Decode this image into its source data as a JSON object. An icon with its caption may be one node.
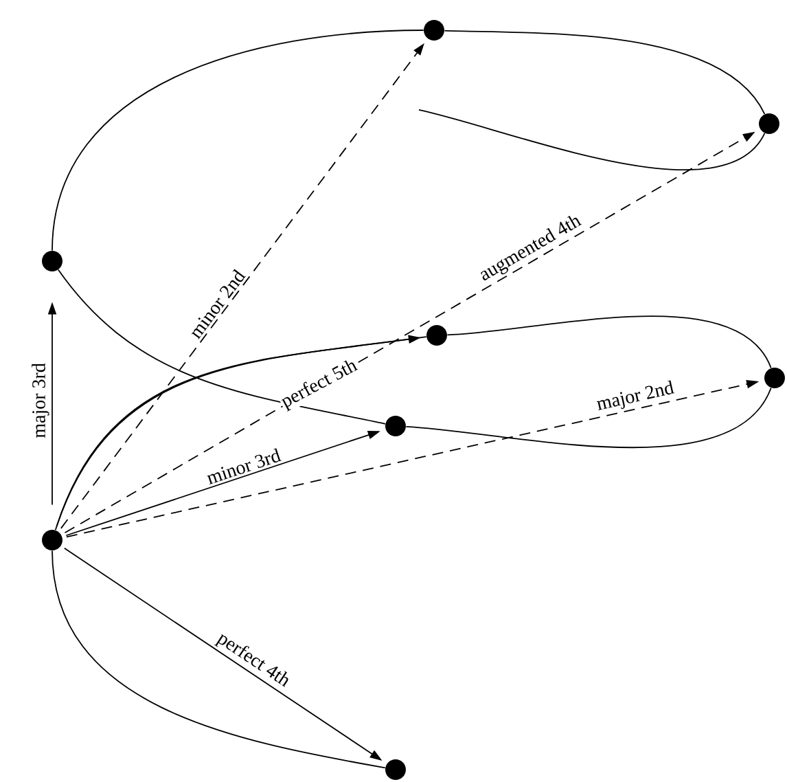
{
  "diagram": {
    "nodes": [
      {
        "text": [],
        "shape": "circle"
      },
      {
        "text": [],
        "shape": "circle"
      },
      {
        "text": [],
        "shape": "circle"
      },
      {
        "text": [],
        "shape": "circle"
      },
      {
        "text": [],
        "shape": "circle"
      },
      {
        "text": [],
        "shape": "circle"
      },
      {
        "text": [],
        "shape": "circle"
      },
      {
        "text": [],
        "shape": "circle"
      }
    ],
    "edges": [
      {
        "from": 7,
        "to": 6,
        "arrow": "none"
      },
      {
        "from": 6,
        "to": 3,
        "arrow": "none"
      },
      {
        "from": 3,
        "to": 4,
        "arrow": "none"
      },
      {
        "from": 4,
        "to": 5,
        "arrow": "none"
      },
      {
        "from": 5,
        "to": 2,
        "arrow": "none"
      },
      {
        "from": 2,
        "to": 0,
        "arrow": "none"
      },
      {
        "from": 0,
        "to": 1,
        "arrow": "none"
      },
      {
        "from": 1,
        "to": null,
        "arrow": "none"
      },
      {
        "from": 6,
        "to": 2,
        "arrow": "to",
        "label": "major 3rd"
      },
      {
        "from": 6,
        "to": 0,
        "arrow": "to",
        "label": "minor 2nd",
        "style": "dashed"
      },
      {
        "from": 6,
        "to": 1,
        "arrow": "to",
        "label": "augmented 4th",
        "style": "dashed"
      },
      {
        "from": 6,
        "to": 3,
        "arrow": "to",
        "label": "perfect 5th"
      },
      {
        "from": 6,
        "to": 5,
        "arrow": "to",
        "label": "minor 3rd"
      },
      {
        "from": 6,
        "to": 4,
        "arrow": "to",
        "label": "major 2nd",
        "style": "dashed"
      },
      {
        "from": 6,
        "to": 7,
        "arrow": "to",
        "label": "perfect 4th"
      }
    ]
  }
}
